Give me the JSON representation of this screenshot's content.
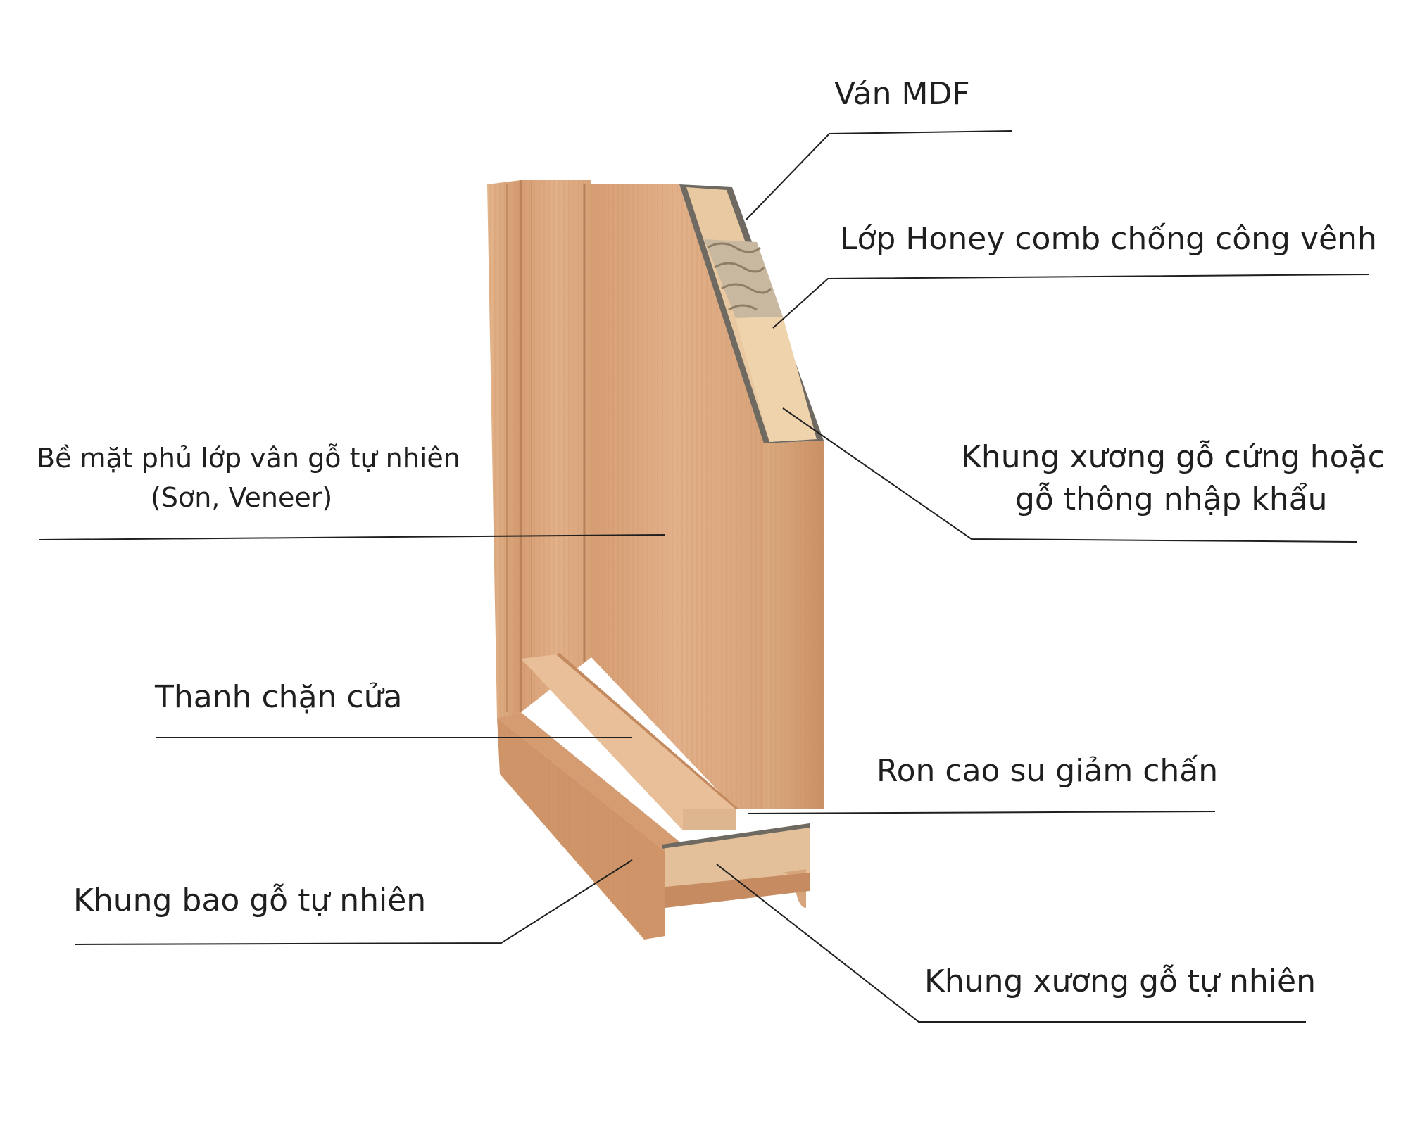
{
  "labels": {
    "mdf": "Ván MDF",
    "honeycomb": "Lớp Honey comb chống công  vênh",
    "core_frame_line1": "Khung xương gỗ cứng hoặc",
    "core_frame_line2": "gỗ thông nhập khẩu",
    "surface_line1": "Bề mặt phủ lớp vân gỗ tự nhiên",
    "surface_line2": "(Sơn, Veneer)",
    "door_stop": "Thanh chặn cửa",
    "rubber_seal": "Ron cao su giảm chấn",
    "jamb": "Khung bao gỗ tự nhiên",
    "natural_core": "Khung xương gỗ tự nhiên"
  },
  "colors": {
    "background": "#ffffff",
    "leader_line": "#1f1f1f",
    "wood_face": "#dca77f",
    "wood_light": "#e8bf98",
    "wood_dark": "#b98358",
    "mdf_edge": "#e9c9a1",
    "honeycomb": "#c9b8a0",
    "edge_strip": "#6e6a62"
  }
}
